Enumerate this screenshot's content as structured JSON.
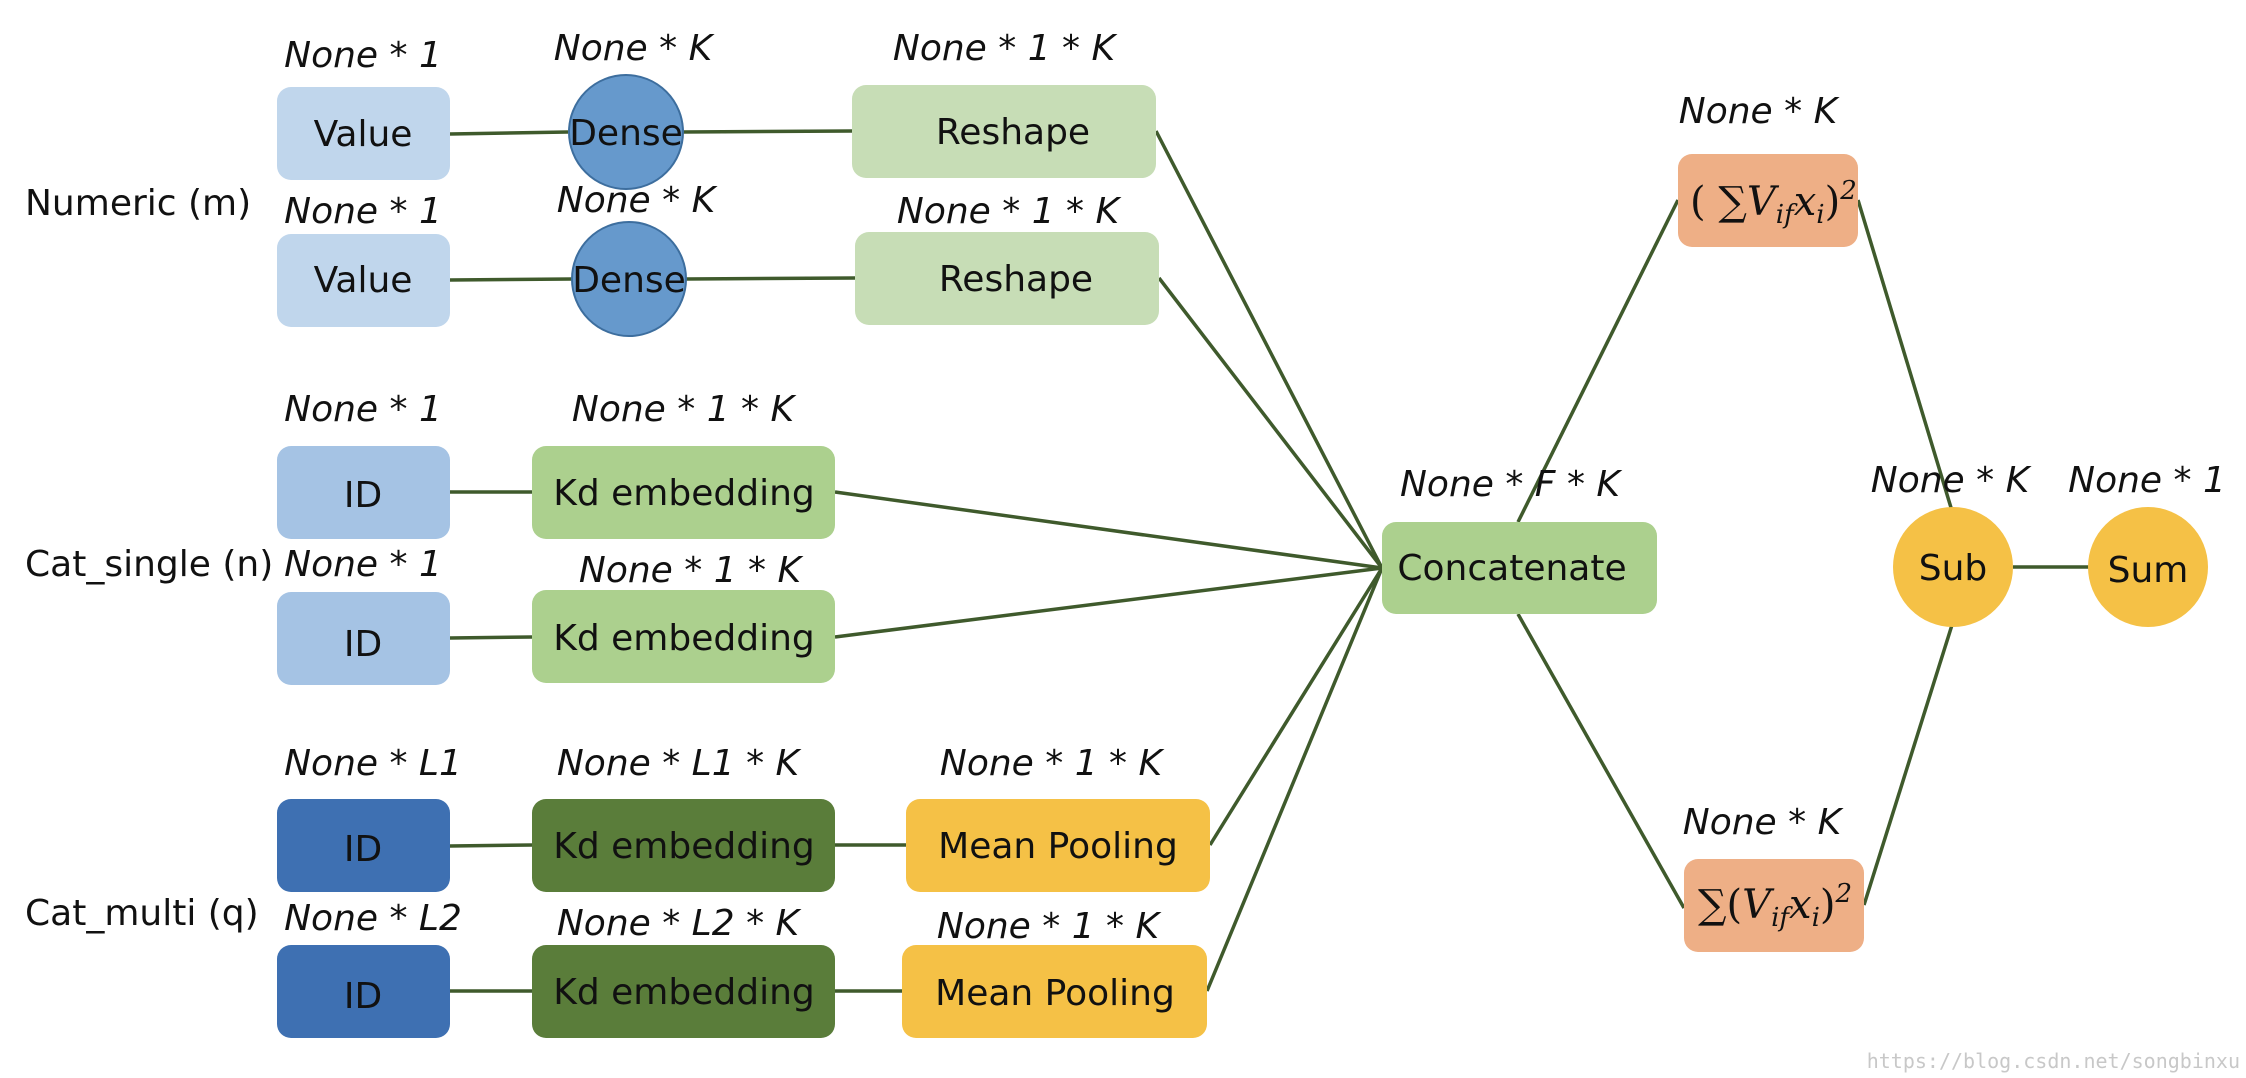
{
  "colors": {
    "value_box": "#c0d6ec",
    "id_single": "#a5c3e4",
    "id_multi": "#3e70b2",
    "dense_circle": "#6699cc",
    "reshape_box": "#c7ddb6",
    "embedding_light": "#acd08e",
    "embedding_dark": "#5a7d3a",
    "pooling": "#f5c146",
    "concat": "#acd08e",
    "square_box": "#eeaf86",
    "sub_sum_circle": "#f5c146",
    "edge": "#3f5a2c"
  },
  "groups": {
    "numeric": "Numeric (m)",
    "cat_single": "Cat_single (n)",
    "cat_multi": "Cat_multi (q)"
  },
  "nodes": {
    "value1": "Value",
    "value2": "Value",
    "dense1": "Dense",
    "dense2": "Dense",
    "reshape1": "Reshape",
    "reshape2": "Reshape",
    "id_s1": "ID",
    "id_s2": "ID",
    "kd_s1": "Kd embedding",
    "kd_s2": "Kd embedding",
    "id_m1": "ID",
    "id_m2": "ID",
    "kd_m1": "Kd embedding",
    "kd_m2": "Kd embedding",
    "pool1": "Mean Pooling",
    "pool2": "Mean Pooling",
    "concat": "Concatenate",
    "sub": "Sub",
    "sum": "Sum"
  },
  "formulas": {
    "square_of_sum": {
      "open": "( ∑",
      "var": "V",
      "sub": "if",
      "x": "x",
      "xsub": "i",
      "close": ")",
      "power": "2"
    },
    "sum_of_square": {
      "open": "∑(",
      "var": "V",
      "sub": "if",
      "x": "x",
      "xsub": "i",
      "close": ")",
      "power": "2"
    }
  },
  "dims": {
    "value1": "None * 1",
    "dense1": "None * K",
    "reshape1": "None * 1 * K",
    "value2": "None * 1",
    "dense2": "None * K",
    "reshape2": "None * 1 * K",
    "id_s1": "None * 1",
    "kd_s1": "None * 1 * K",
    "id_s2": "None * 1",
    "kd_s2": "None * 1 * K",
    "id_m1": "None * L1",
    "kd_m1": "None * L1 * K",
    "pool1": "None * 1 * K",
    "id_m2": "None * L2",
    "kd_m2": "None * L2 * K",
    "pool2": "None * 1 * K",
    "concat": "None * F * K",
    "square_of_sum": "None * K",
    "sum_of_square": "None * K",
    "sub": "None * K",
    "sum": "None * 1"
  },
  "watermark": "https://blog.csdn.net/songbinxu"
}
